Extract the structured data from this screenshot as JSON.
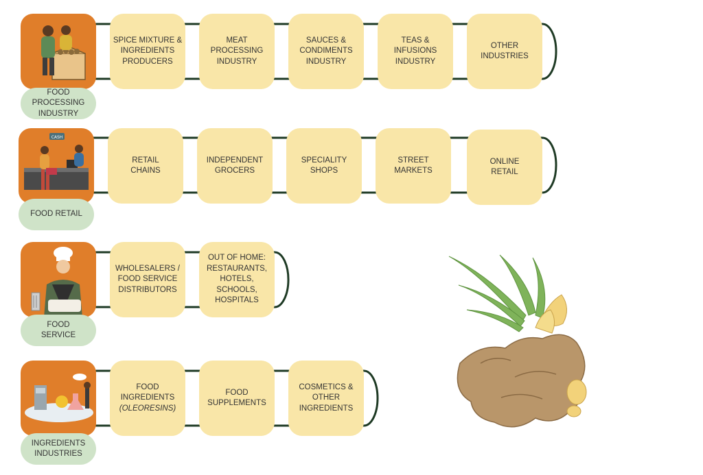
{
  "colors": {
    "node": "#f9e6a8",
    "category_label": "#cfe3c8",
    "image_bg": "#e07e2a",
    "line": "#1e3a24"
  },
  "rows": [
    {
      "category": "FOOD PROCESSING\nINDUSTRY",
      "illustration": "people-sorting-produce-icon",
      "items": [
        {
          "label": "SPICE MIXTURE &\nINGREDIENTS\nPRODUCERS"
        },
        {
          "label": "MEAT PROCESSING\nINDUSTRY"
        },
        {
          "label": "SAUCES &\nCONDIMENTS\nINDUSTRY"
        },
        {
          "label": "TEAS & INFUSIONS\nINDUSTRY"
        },
        {
          "label": "OTHER\nINDUSTRIES"
        }
      ]
    },
    {
      "category": "FOOD RETAIL",
      "illustration": "shop-cashier-icon",
      "cash_sign": "CASH",
      "items": [
        {
          "label": "RETAIL\nCHAINS"
        },
        {
          "label": "INDEPENDENT\nGROCERS"
        },
        {
          "label": "SPECIALITY\nSHOPS"
        },
        {
          "label": "STREET\nMARKETS"
        },
        {
          "label": "ONLINE\nRETAIL"
        }
      ]
    },
    {
      "category": "FOOD\nSERVICE",
      "illustration": "chef-icon",
      "items": [
        {
          "label": "WHOLESALERS /\nFOOD SERVICE\nDISTRIBUTORS"
        },
        {
          "label": "OUT OF HOME:\nRESTAURANTS,\nHOTELS, SCHOOLS,\nHOSPITALS"
        }
      ]
    },
    {
      "category": "INGREDIENTS\nINDUSTRIES",
      "illustration": "laboratory-icon",
      "items": [
        {
          "label": "FOOD\nINGREDIENTS",
          "note": "(OLEORESINS)"
        },
        {
          "label": "FOOD\nSUPPLEMENTS"
        },
        {
          "label": "COSMETICS &\nOTHER\nINGREDIENTS"
        }
      ]
    }
  ],
  "side_image": "ginger-root-icon"
}
